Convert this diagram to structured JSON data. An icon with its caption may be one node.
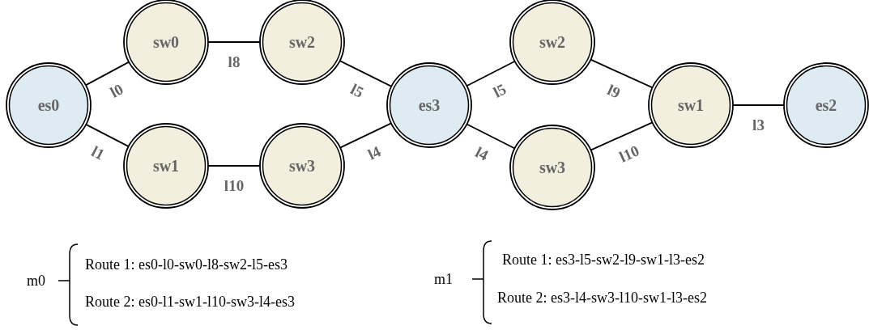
{
  "diagram": {
    "nodes": [
      {
        "text": [
          "es0"
        ]
      },
      {
        "text": [
          "sw0"
        ]
      },
      {
        "text": [
          "sw2"
        ]
      },
      {
        "text": [
          "sw1"
        ]
      },
      {
        "text": [
          "sw3"
        ]
      },
      {
        "text": [
          "es3"
        ]
      },
      {
        "text": [
          "sw2"
        ]
      },
      {
        "text": [
          "sw3"
        ]
      },
      {
        "text": [
          "sw1"
        ]
      },
      {
        "text": [
          "es2"
        ]
      }
    ],
    "edges": [
      {
        "from": 0,
        "to": 1,
        "arrow": "none",
        "label": "l0"
      },
      {
        "from": 1,
        "to": 2,
        "arrow": "none",
        "label": "l8"
      },
      {
        "from": 2,
        "to": 5,
        "arrow": "none",
        "label": "l5"
      },
      {
        "from": 0,
        "to": 3,
        "arrow": "none",
        "label": "l1"
      },
      {
        "from": 3,
        "to": 4,
        "arrow": "none",
        "label": "l10"
      },
      {
        "from": 4,
        "to": 5,
        "arrow": "none",
        "label": "l4"
      },
      {
        "from": 5,
        "to": 6,
        "arrow": "none",
        "label": "l5"
      },
      {
        "from": 6,
        "to": 8,
        "arrow": "none",
        "label": "l9"
      },
      {
        "from": 5,
        "to": 7,
        "arrow": "none",
        "label": "l4"
      },
      {
        "from": 7,
        "to": 8,
        "arrow": "none",
        "label": "l10"
      },
      {
        "from": 8,
        "to": 9,
        "arrow": "none",
        "label": "l3"
      }
    ],
    "labels": [
      "m0",
      "Route 1: es0-l0-sw0-l8-sw2-l5-es3",
      "Route 2: es0-l1-sw1-l10-sw3-l4-es3",
      "m1",
      "Route 1: es3-l5-sw2-l9-sw1-l3-es2",
      "Route 2: es3-l4-sw3-l10-sw1-l3-es2"
    ]
  }
}
